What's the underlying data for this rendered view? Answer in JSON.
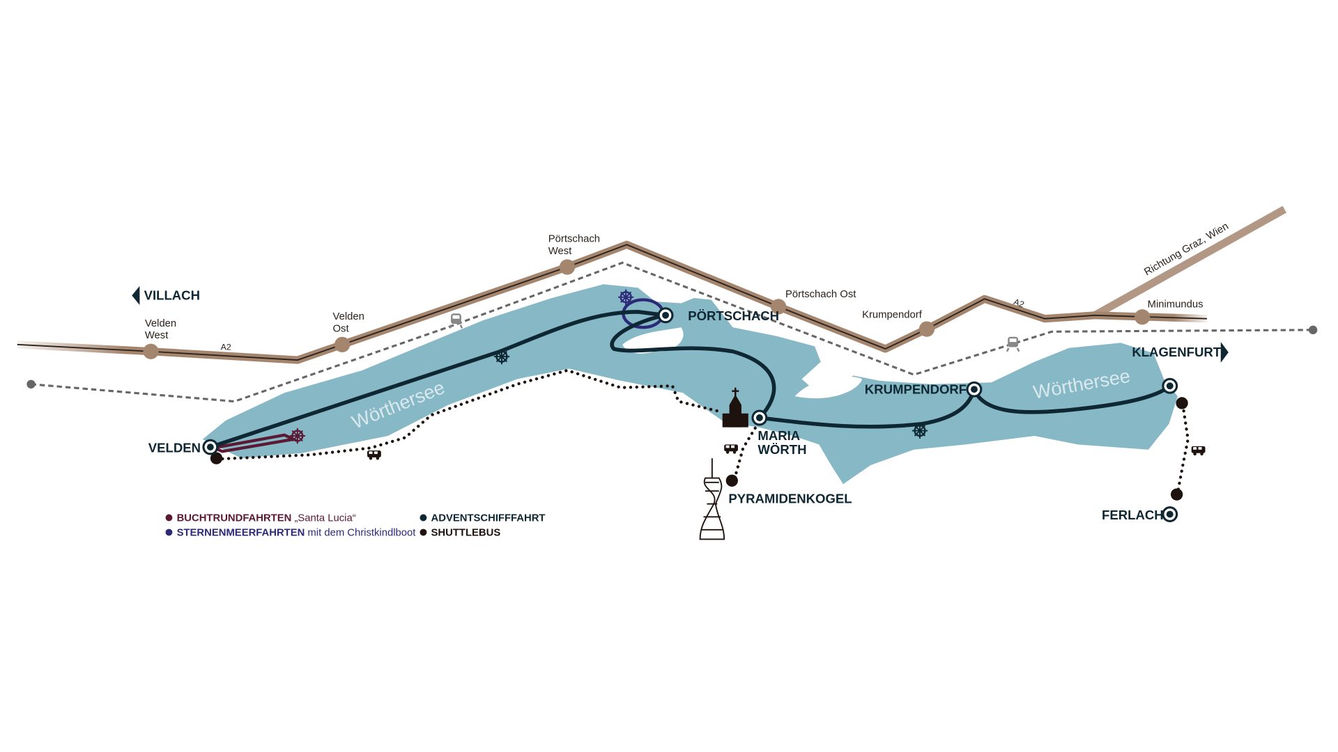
{
  "colors": {
    "lake": "#87b8c6",
    "highway": "#a4856e",
    "rail": "#666666",
    "advent": "#0e2733",
    "stern": "#2c2a78",
    "bucht": "#5a1a34",
    "shuttle": "#1e120e"
  },
  "highway": {
    "name": "A2",
    "direction": "Richtung Graz, Wien",
    "exits": [
      "Velden West",
      "Velden Ost",
      "Pörtschach West",
      "Pörtschach Ost",
      "Krumpendorf",
      "Minimundus"
    ]
  },
  "exits": {
    "velden_west": [
      "Velden",
      "West"
    ],
    "velden_ost": [
      "Velden",
      "Ost"
    ],
    "poertschach_west": [
      "Pörtschach",
      "West"
    ],
    "poertschach_ost": "Pörtschach Ost",
    "krumpendorf": "Krumpendorf",
    "minimundus": "Minimundus",
    "a2": "A2"
  },
  "directions": {
    "west": "VILLACH",
    "east": "KLAGENFURT"
  },
  "lake": "Wörthersee",
  "stops": {
    "velden": "VELDEN",
    "poertschach": "PÖRTSCHACH",
    "maria_woerth": [
      "MARIA",
      "WÖRTH"
    ],
    "krumpendorf": "KRUMPENDORF",
    "klagenfurt": "KLAGENFURT",
    "pyramidenkogel": "PYRAMIDENKOGEL",
    "ferlach": "FERLACH"
  },
  "legend": [
    {
      "bold": "BUCHTRUNDFAHRTEN",
      "rest": "„Santa Lucia“",
      "color": "#5a1a34"
    },
    {
      "bold": "STERNENMEERFAHRTEN",
      "rest": "mit dem Christkindlboot",
      "color": "#2c2a78"
    },
    {
      "bold": "ADVENTSCHIFFFAHRT",
      "rest": "",
      "color": "#0e2733"
    },
    {
      "bold": "SHUTTLEBUS",
      "rest": "",
      "color": "#1e120e"
    }
  ]
}
